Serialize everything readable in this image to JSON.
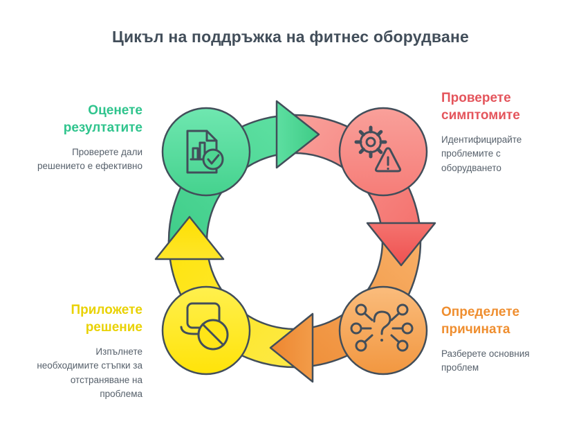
{
  "title": "Цикъл на поддръжка на фитнес оборудване",
  "diagram": {
    "type": "cycle",
    "flow": "clockwise",
    "steps": [
      {
        "id": "check-symptoms",
        "position": "top-right",
        "title": "Проверете симптомите",
        "description": "Идентифицирайте проблемите с оборудването",
        "color": "#e4555c",
        "node_fill": "#f67d78",
        "icon": "gear-warning-icon"
      },
      {
        "id": "determine-cause",
        "position": "bottom-right",
        "title": "Определете причината",
        "description": "Разберете основния проблем",
        "color": "#ef8e2f",
        "node_fill": "#f29740",
        "icon": "question-connections-icon"
      },
      {
        "id": "apply-solution",
        "position": "bottom-left",
        "title": "Приложете решение",
        "description": "Изпълнете необходимите стъпки за отстраняване на проблема",
        "color": "#e9d204",
        "node_fill": "#ffe309",
        "icon": "laptop-block-icon"
      },
      {
        "id": "evaluate-results",
        "position": "top-left",
        "title": "Оценете резултатите",
        "description": "Проверете дали решението е ефективно",
        "color": "#2fc48d",
        "node_fill": "#45d28e",
        "icon": "report-check-icon"
      }
    ],
    "colors": {
      "green": "#45d28e",
      "red": "#f4706c",
      "orange": "#f39b46",
      "yellow": "#ffe40d",
      "outline": "#424e5a",
      "body_text": "#555f6a",
      "title_text": "#424e5a",
      "background": "#ffffff"
    }
  }
}
